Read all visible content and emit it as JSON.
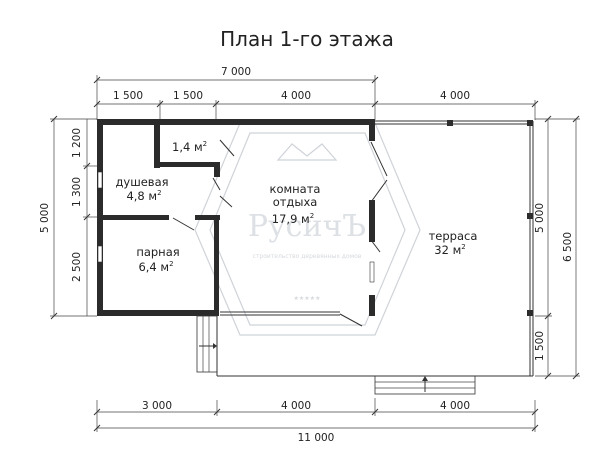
{
  "title": "План 1-го этажа",
  "dimensions": {
    "top_total": "7 000",
    "top_segments": [
      "1 500",
      "1 500",
      "4 000",
      "4 000"
    ],
    "bottom_segments": [
      "3 000",
      "4 000",
      "4 000"
    ],
    "bottom_total": "11 000",
    "left_segments": [
      "1 200",
      "1 300",
      "2 500"
    ],
    "left_total": "5 000",
    "right_segments": [
      "5 000",
      "1 500"
    ],
    "right_total": "6 500"
  },
  "rooms": {
    "small_room": {
      "area": "1,4 м",
      "unit_sup": "2"
    },
    "shower": {
      "name": "душевая",
      "area": "4,8 м",
      "unit_sup": "2"
    },
    "lounge": {
      "name_line1": "комната",
      "name_line2": "отдыха",
      "area": "17,9 м",
      "unit_sup": "2"
    },
    "steam": {
      "name": "парная",
      "area": "6,4 м",
      "unit_sup": "2"
    },
    "terrace": {
      "name": "терраса",
      "area": "32 м",
      "unit_sup": "2"
    }
  },
  "watermark": {
    "brand": "РусичЪ",
    "tagline": "строительство деревянных домов"
  }
}
